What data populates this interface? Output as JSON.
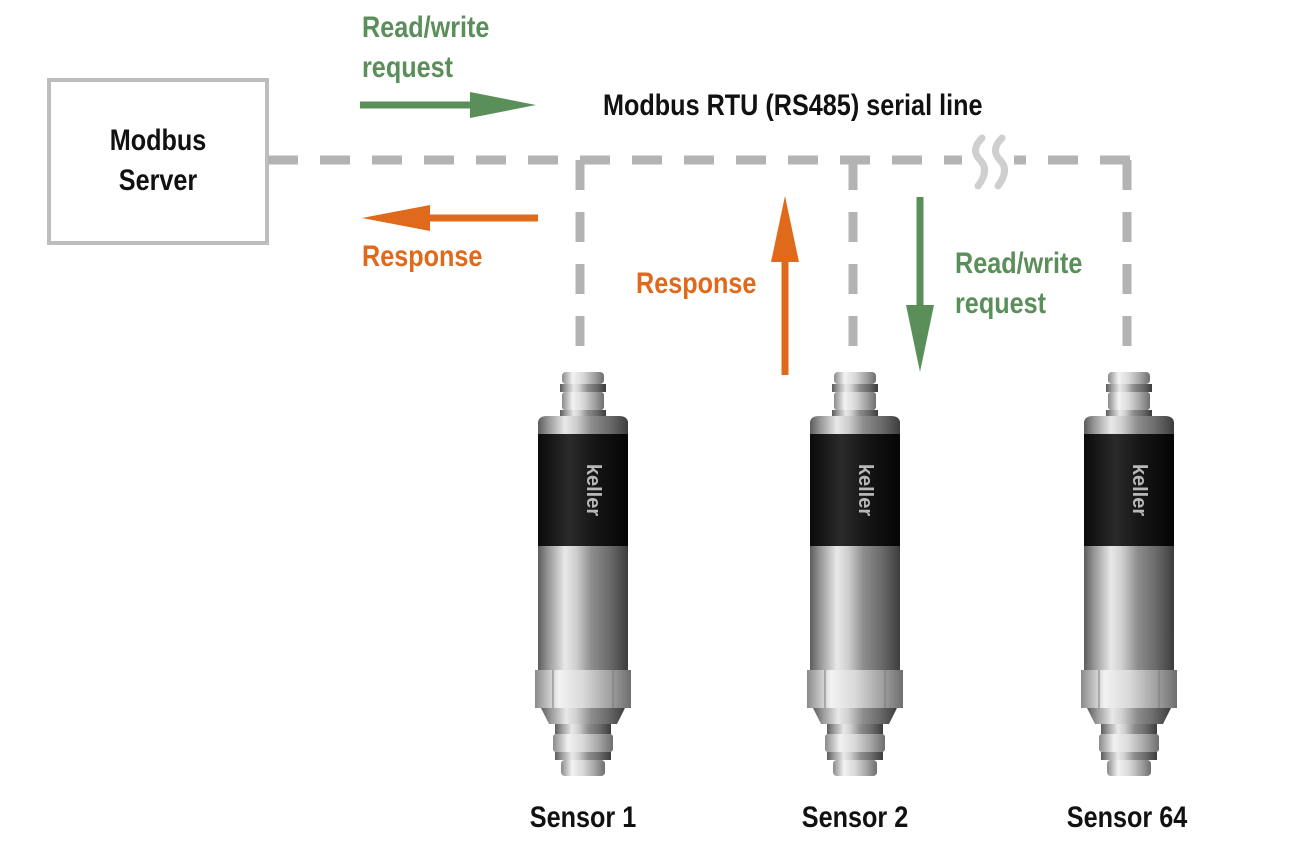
{
  "colors": {
    "request": "#5a8f5a",
    "response": "#e06a1c",
    "line": "#b3b3b3",
    "box_border": "#bdbdbd",
    "text": "#111111"
  },
  "server": {
    "line1": "Modbus",
    "line2": "Server"
  },
  "bus": {
    "label": "Modbus RTU (RS485) serial line",
    "break_icon": "line-break-icon"
  },
  "server_request": {
    "line1": "Read/write",
    "line2": "request"
  },
  "server_response": {
    "label": "Response"
  },
  "sensor_response": {
    "label": "Response"
  },
  "sensor_request": {
    "line1": "Read/write",
    "line2": "request"
  },
  "sensors": [
    {
      "label": "Sensor 1",
      "brand": "keller",
      "icon": "pressure-sensor-icon"
    },
    {
      "label": "Sensor 2",
      "brand": "keller",
      "icon": "pressure-sensor-icon"
    },
    {
      "label": "Sensor 64",
      "brand": "keller",
      "icon": "pressure-sensor-icon"
    }
  ]
}
